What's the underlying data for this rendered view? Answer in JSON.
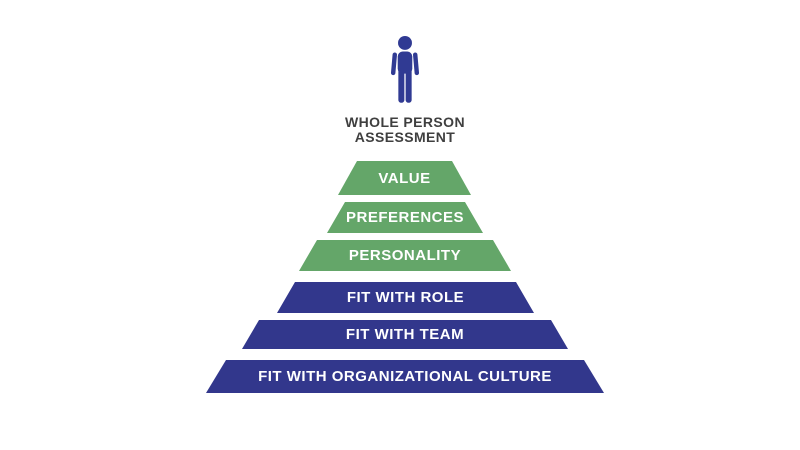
{
  "title": {
    "line1": "WHOLE PERSON",
    "line2": "ASSESSMENT"
  },
  "colors": {
    "green": "#64a669",
    "blue": "#32378c",
    "icon_blue": "#303a93",
    "title_text": "#3f3f3f",
    "band_text": "#ffffff",
    "background": "#ffffff"
  },
  "pyramid": {
    "type": "pyramid",
    "top_label": "WHOLE PERSON ASSESSMENT",
    "levels": [
      {
        "label": "VALUE",
        "color_group": "green"
      },
      {
        "label": "PREFERENCES",
        "color_group": "green"
      },
      {
        "label": "PERSONALITY",
        "color_group": "green"
      },
      {
        "label": "FIT WITH ROLE",
        "color_group": "blue"
      },
      {
        "label": "FIT WITH TEAM",
        "color_group": "blue"
      },
      {
        "label": "FIT WITH ORGANIZATIONAL CULTURE",
        "color_group": "blue"
      }
    ]
  }
}
